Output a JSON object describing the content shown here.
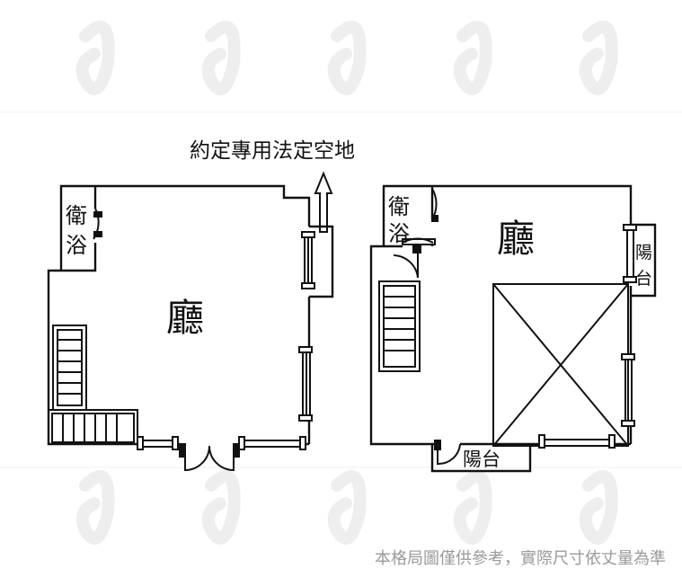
{
  "annotation": "約定專用法定空地",
  "left_plan": {
    "bath": [
      "衛",
      "浴"
    ],
    "hall": "廳"
  },
  "right_plan": {
    "bath": [
      "衛",
      "浴"
    ],
    "hall": "廳",
    "balcony_side": [
      "陽",
      "台"
    ],
    "balcony_bottom": "陽台"
  },
  "footer_note": "本格局圖僅供參考，實際尺寸依丈量為準",
  "colors": {
    "line": "#111111",
    "watermark": "#eeeeee",
    "footer": "#9a9a9a"
  }
}
